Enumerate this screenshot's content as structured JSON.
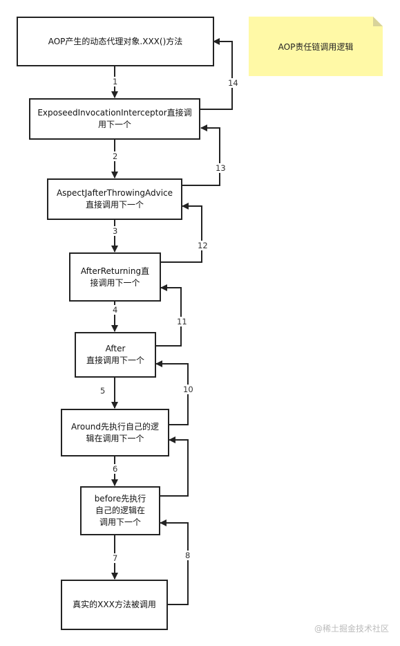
{
  "note": {
    "text": "AOP责任链调用逻辑"
  },
  "boxes": [
    {
      "id": "proxy",
      "text": "AOP产生的动态代理对象.XXX()方法"
    },
    {
      "id": "exposed",
      "text": "ExposeedInvocationInterceptor直接调用下一个"
    },
    {
      "id": "after-throwing",
      "text": "AspectJafterThrowingAdvice直接调用下一个"
    },
    {
      "id": "after-returning",
      "text": "AfterReturning直接调用下一个"
    },
    {
      "id": "after",
      "text": "After直接调用下一个"
    },
    {
      "id": "around",
      "text": "Around先执行自己的逻辑在调用下一个"
    },
    {
      "id": "before",
      "text": "before先执行自己的逻辑在调用下一个"
    },
    {
      "id": "real",
      "text": "真实的XXX方法被调用"
    }
  ],
  "box_lines": {
    "proxy": [
      "AOP产生的动态代理对象.XXX()方法"
    ],
    "exposed": [
      "ExposeedInvocationInterceptor直接调",
      "用下一个"
    ],
    "after_throwing": [
      "AspectJafterThrowingAdvice",
      "直接调用下一个"
    ],
    "after_returning": [
      "AfterReturning直",
      "接调用下一个"
    ],
    "after": [
      "After",
      "直接调用下一个"
    ],
    "around": [
      "Around先执行自己的逻",
      "辑在调用下一个"
    ],
    "before": [
      "before先执行",
      "自己的逻辑在",
      "调用下一个"
    ],
    "real": [
      "真实的XXX方法被调用"
    ]
  },
  "steps_down": [
    "1",
    "2",
    "3",
    "4",
    "5",
    "6",
    "7"
  ],
  "steps_up": [
    "8",
    "10",
    "11",
    "12",
    "13",
    "14"
  ],
  "watermark": "@稀土掘金技术社区",
  "colors": {
    "note": "#fff9a6",
    "stroke": "#222222"
  }
}
